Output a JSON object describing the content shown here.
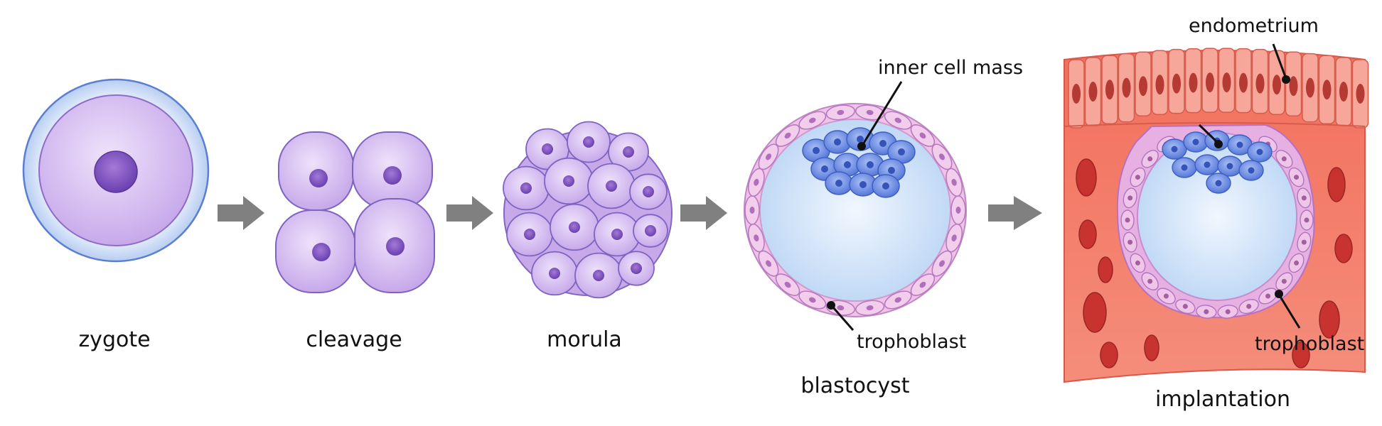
{
  "stages": {
    "zygote": "zygote",
    "cleavage": "cleavage",
    "morula": "morula",
    "blastocyst": "blastocyst",
    "implantation": "implantation"
  },
  "callouts": {
    "inner_cell_mass": "inner cell mass",
    "trophoblast_blastocyst": "trophoblast",
    "endometrium": "endometrium",
    "trophoblast_implantation": "trophoblast"
  },
  "colors": {
    "cell_lavender": "#d9c4f0",
    "nucleus_purple": "#8b5fc7",
    "zona_blue": "#cfe0f7",
    "inner_cell_mass_blue": "#6f8fe6",
    "blastocoel_blue": "#dcebfb",
    "trophoblast_pink": "#efc3e8",
    "endometrium_red": "#f07e6d",
    "arrow_gray": "#808080"
  }
}
